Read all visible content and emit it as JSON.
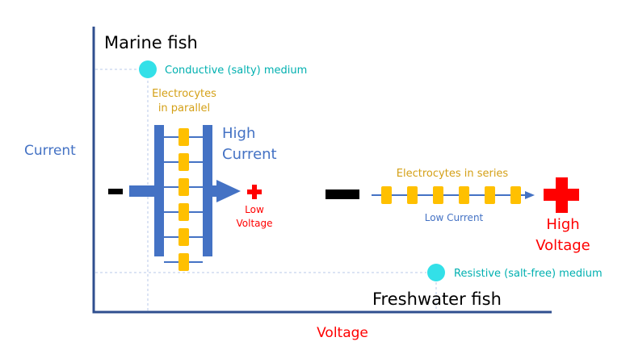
{
  "axes": {
    "y_label": "Current",
    "x_label": "Voltage"
  },
  "marine": {
    "title": "Marine fish",
    "medium": "Conductive (salty) medium",
    "electrocytes_label_line1": "Electrocytes",
    "electrocytes_label_line2": "in parallel",
    "current_line1": "High",
    "current_line2": "Current",
    "voltage_line1": "Low",
    "voltage_line2": "Voltage",
    "electrocyte_count": 6
  },
  "freshwater": {
    "title": "Freshwater fish",
    "medium": "Resistive (salt-free) medium",
    "electrocytes_label": "Electrocytes in series",
    "current_label": "Low Current",
    "voltage_line1": "High",
    "voltage_line2": "Voltage",
    "electrocyte_count": 6
  },
  "colors": {
    "axis": "#2f4f8f",
    "blue": "#4472c4",
    "electrocyte": "#ffc000",
    "electrocyte_label": "#d4a017",
    "red": "#ff0000",
    "teal": "#00b0b0",
    "marker": "#33e0e8",
    "black": "#000000"
  }
}
